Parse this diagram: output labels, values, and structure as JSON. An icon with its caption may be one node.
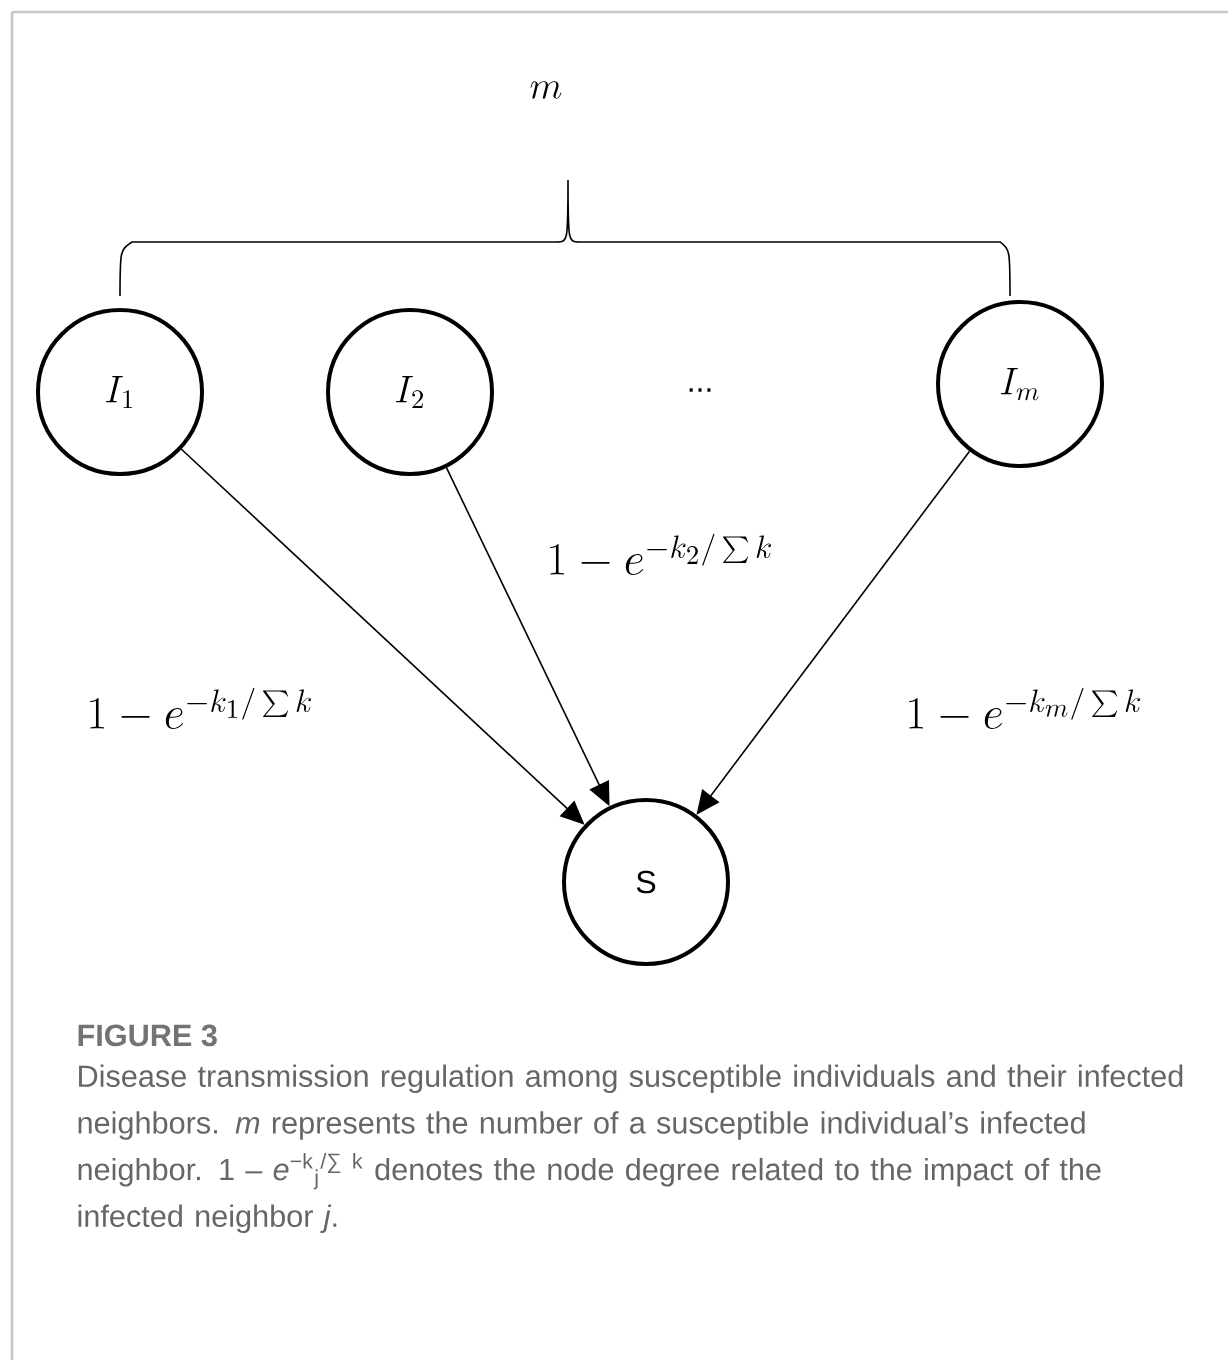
{
  "diagram": {
    "title": "FIGURE 3",
    "caption": "Disease transmission regulation among susceptible individuals and their infected neighbors. *m* represents the number of a susceptible individual’s infected neighbor. 1 – *e*$^{−k}$$_{j}$$^{/∑ k}$ denotes the node degree related to the impact of the infected neighbor *j*.",
    "nodes": [
      {
        "text": [
          "I_1"
        ]
      },
      {
        "text": [
          "I_2"
        ]
      },
      {
        "text": [
          "I_m"
        ]
      },
      {
        "text": [
          "S"
        ]
      }
    ],
    "edges": [
      {
        "from": 0,
        "to": 3,
        "arrow": "to",
        "label": "1-e^{-k_1/\\sum k}"
      },
      {
        "from": 1,
        "to": 3,
        "arrow": "to",
        "label": "1-e^{-k_2/\\sum k}"
      },
      {
        "from": 2,
        "to": 3,
        "arrow": "to",
        "label": "1-e^{-k_m/\\sum k}"
      }
    ],
    "labels": [
      "m",
      "..."
    ]
  }
}
